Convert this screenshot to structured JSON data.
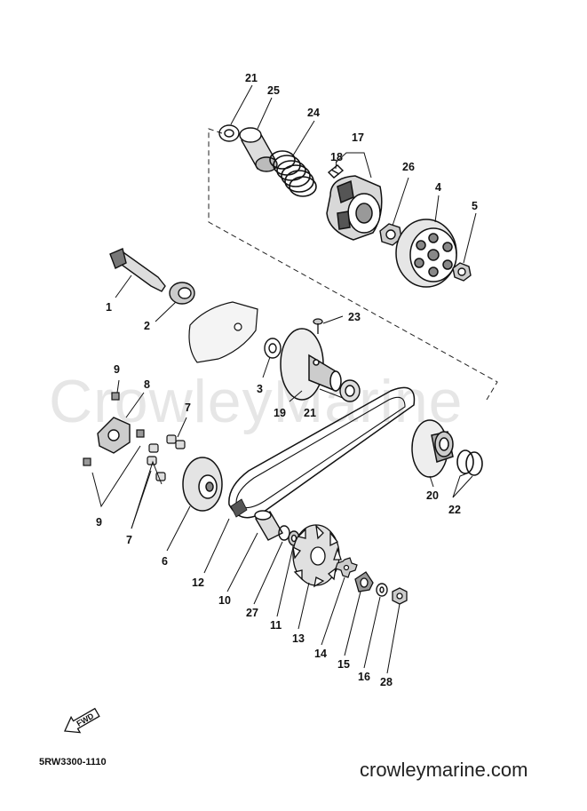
{
  "watermark": "CrowleyMarine",
  "diagram_code": "5RW3300-1110",
  "website": "crowleymarine.com",
  "fwd_label": "FWD",
  "callouts": {
    "c1": "1",
    "c2": "2",
    "c3": "3",
    "c4": "4",
    "c5": "5",
    "c6": "6",
    "c7a": "7",
    "c7b": "7",
    "c8": "8",
    "c9a": "9",
    "c9b": "9",
    "c10": "10",
    "c11": "11",
    "c12": "12",
    "c13": "13",
    "c14": "14",
    "c15": "15",
    "c16": "16",
    "c17": "17",
    "c18": "18",
    "c19": "19",
    "c20": "20",
    "c21a": "21",
    "c21b": "21",
    "c22": "22",
    "c23": "23",
    "c24": "24",
    "c25": "25",
    "c26": "26",
    "c27": "27",
    "c28": "28"
  }
}
